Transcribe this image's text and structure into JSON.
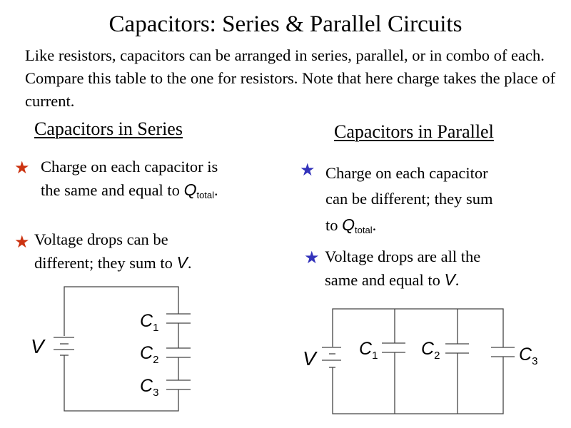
{
  "title": "Capacitors: Series & Parallel Circuits",
  "intro": "Like resistors, capacitors can be arranged in series, parallel, or in combo of each. Compare this table to the one for resistors. Note that here charge takes the place of current.",
  "colors": {
    "series_star": "#cc3311",
    "parallel_star": "#3333bb"
  },
  "series": {
    "heading": "Capacitors in Series",
    "bullets": [
      {
        "icon": "star-icon",
        "line1": "Charge on each capacitor is",
        "line2": "the same and equal to ",
        "var": "Q",
        "sub": "total",
        "end": "."
      },
      {
        "icon": "star-icon",
        "line1": "Voltage drops can be",
        "line2": "different; they sum to ",
        "var": "V",
        "end": "."
      }
    ],
    "diagram": {
      "voltage": "V",
      "caps": [
        {
          "c": "C",
          "n": "1"
        },
        {
          "c": "C",
          "n": "2"
        },
        {
          "c": "C",
          "n": "3"
        }
      ]
    }
  },
  "parallel": {
    "heading": "Capacitors in Parallel",
    "bullets": [
      {
        "icon": "star-icon",
        "line1": "Charge on each capacitor",
        "line2": "can be different; they  sum",
        "line3": "to ",
        "var": "Q",
        "sub": "total",
        "end": "."
      },
      {
        "icon": "star-icon",
        "line1": "Voltage drops are all the",
        "line2": "same and equal to ",
        "var": "V",
        "end": "."
      }
    ],
    "diagram": {
      "voltage": "V",
      "caps": [
        {
          "c": "C",
          "n": "1"
        },
        {
          "c": "C",
          "n": "2"
        },
        {
          "c": "C",
          "n": "3"
        }
      ]
    }
  }
}
